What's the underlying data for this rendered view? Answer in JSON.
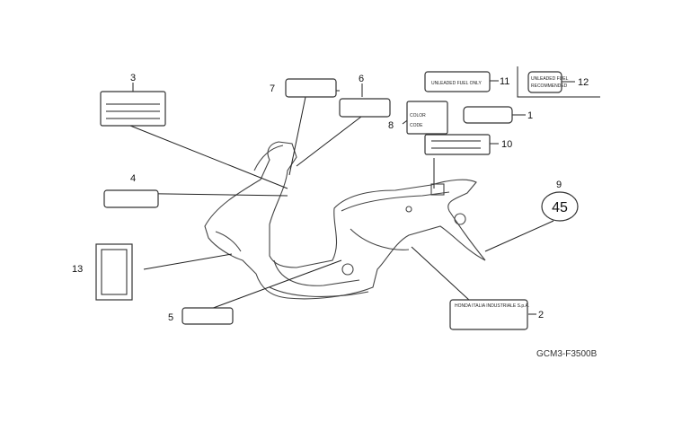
{
  "diagram_code": "GCM3-F3500B",
  "callouts": {
    "c1": "1",
    "c2": "2",
    "c3": "3",
    "c4": "4",
    "c5": "5",
    "c6": "6",
    "c7": "7",
    "c8": "8",
    "c9": "9",
    "c10": "10",
    "c11": "11",
    "c12": "12",
    "c13": "13"
  },
  "labels": {
    "unleaded_only": "UNLEADED FUEL ONLY",
    "unleaded_recommended_1": "UNLEADED FUEL",
    "unleaded_recommended_2": "RECOMMENDED",
    "color": "COLOR",
    "code": "CODE",
    "speed": "45",
    "manufacturer": "HONDA ITALIA INDUSTRIALE S.p.A."
  }
}
